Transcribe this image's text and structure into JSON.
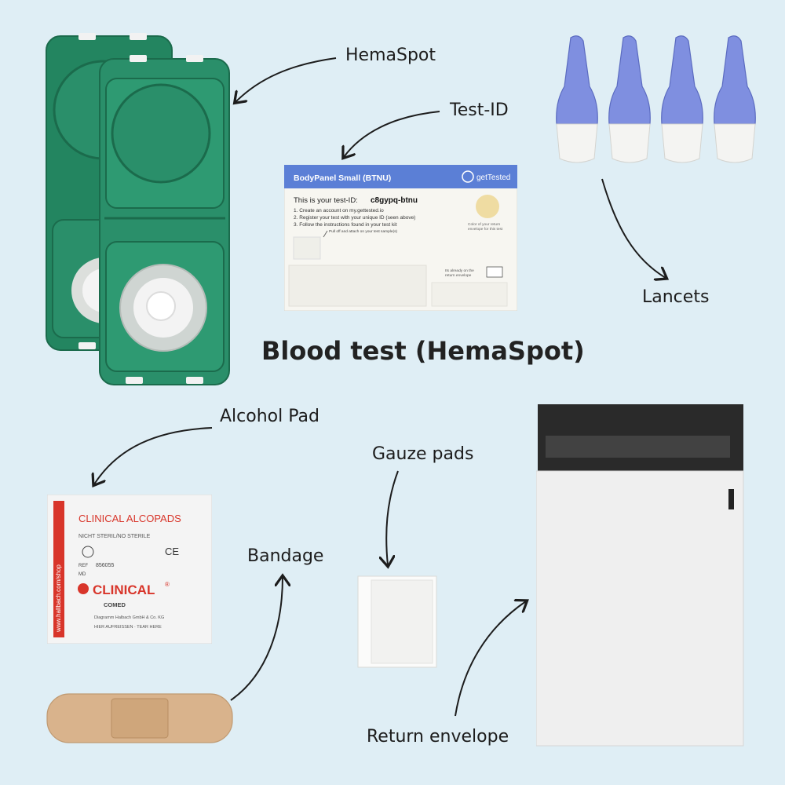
{
  "title": "Blood test (HemaSpot)",
  "labels": {
    "hemaspot": "HemaSpot",
    "test_id": "Test-ID",
    "lancets": "Lancets",
    "alcohol_pad": "Alcohol Pad",
    "gauze_pads": "Gauze pads",
    "bandage": "Bandage",
    "return_envelope": "Return envelope"
  },
  "test_card": {
    "header": "BodyPanel Small (BTNU)",
    "brand": "getTested",
    "intro": "This is your test-ID:",
    "test_id_code": "c8gypq-btnu",
    "step1": "1. Create an account on my.gettested.io",
    "step2": "2. Register your test with your unique ID (seen above)",
    "step3": "3. Follow the instructions found in your test kit",
    "sticker_note": "Pull off and attach on your test sample(s)",
    "color_note_1": "Color of your return",
    "color_note_2": "envelope for this test",
    "envelope_note_1": "Its already on the",
    "envelope_note_2": "return envelope"
  },
  "alcohol_pad_pack": {
    "vertical_text": "www.hallbach.com/shop",
    "product": "CLINICAL ALCOPADS",
    "sterile": "NICHT STERIL/NO STERILE",
    "ce": "CE",
    "ref_tag": "REF",
    "ref_no": "856055",
    "md_tag": "MD",
    "brand": "CLINICAL",
    "reg": "®",
    "sub_brand": "COMED",
    "maker": "Diagramm Halbach GmbH & Co. KG",
    "tear": "HIER AUFREISSEN · TEAR HERE"
  },
  "colors": {
    "background": "#dfeef5",
    "hemaspot_green": "#2a8f6a",
    "lancet_blue": "#7f8fe0",
    "card_header": "#5b7fd6",
    "alcopad_red": "#d8352a",
    "bandage_tan": "#d9b38c"
  }
}
